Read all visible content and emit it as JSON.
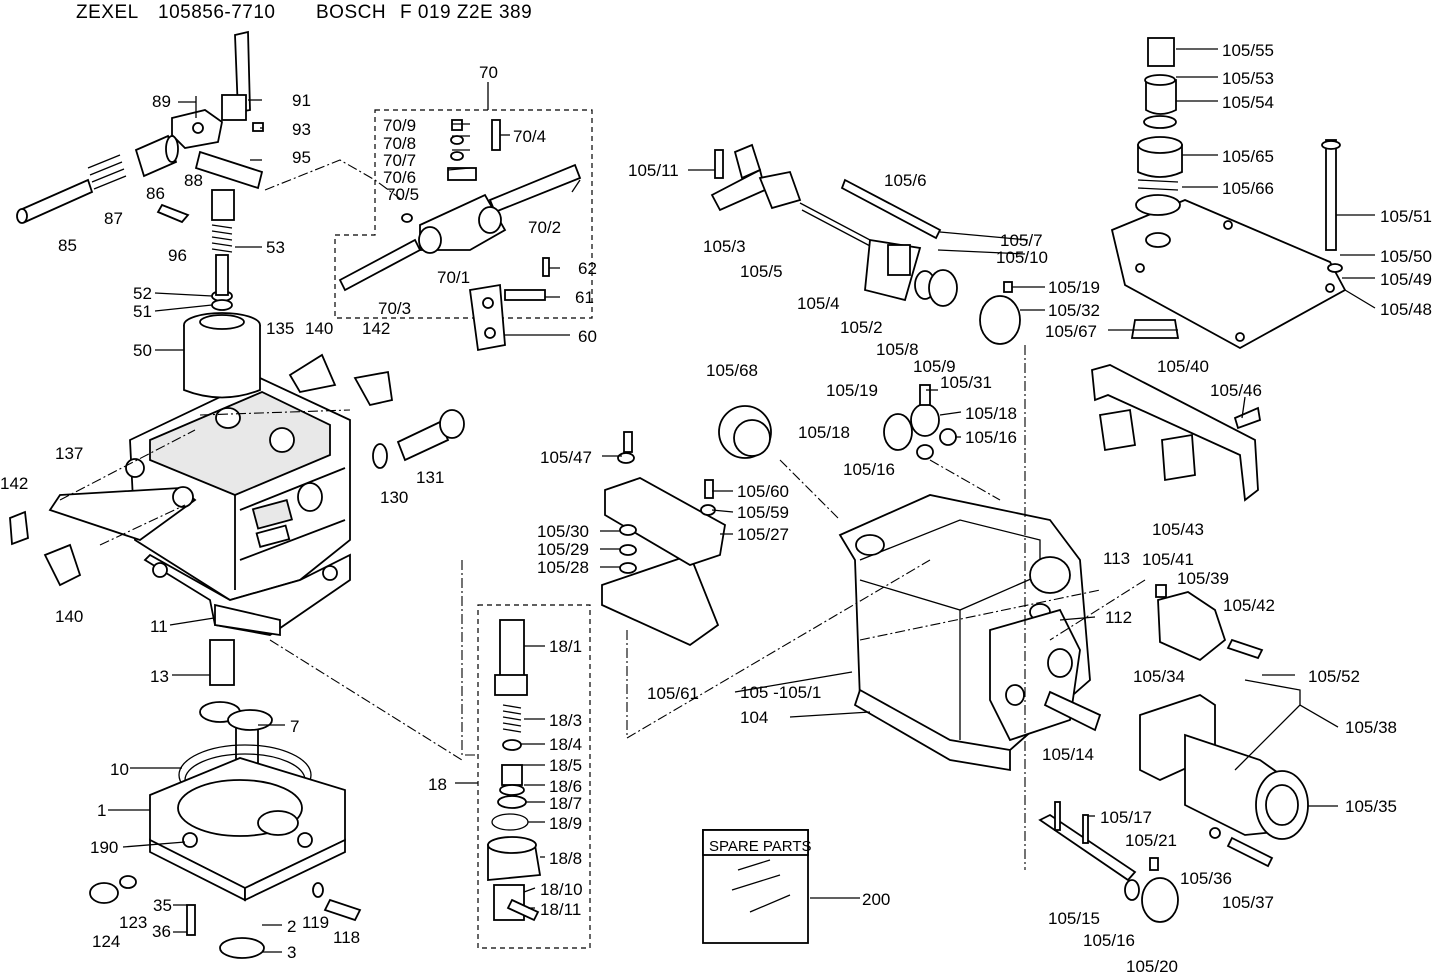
{
  "header": {
    "brand1": "ZEXEL",
    "part1": "105856-7710",
    "brand2": "BOSCH",
    "part2": "F 019 Z2E 389"
  },
  "spare_parts_label": "SPARE PARTS",
  "labels": {
    "l89": "89",
    "l91": "91",
    "l93": "93",
    "l95": "95",
    "l86": "86",
    "l88": "88",
    "l87": "87",
    "l85": "85",
    "l96": "96",
    "l53": "53",
    "l52": "52",
    "l51": "51",
    "l50": "50",
    "l135": "135",
    "l140a": "140",
    "l142a": "142",
    "l137": "137",
    "l142b": "142",
    "l140b": "140",
    "l130": "130",
    "l131": "131",
    "l11": "11",
    "l13": "13",
    "l7": "7",
    "l10": "10",
    "l1": "1",
    "l190": "190",
    "l123": "123",
    "l124": "124",
    "l35": "35",
    "l36": "36",
    "l2": "2",
    "l3": "3",
    "l119": "119",
    "l118": "118",
    "l70": "70",
    "l70_9": "70/9",
    "l70_8": "70/8",
    "l70_7": "70/7",
    "l70_6": "70/6",
    "l70_5": "70/5",
    "l70_4": "70/4",
    "l70_2": "70/2",
    "l70_1": "70/1",
    "l70_3": "70/3",
    "l62": "62",
    "l61": "61",
    "l60": "60",
    "l18": "18",
    "l18_1": "18/1",
    "l18_3": "18/3",
    "l18_4": "18/4",
    "l18_5": "18/5",
    "l18_6": "18/6",
    "l18_7": "18/7",
    "l18_9": "18/9",
    "l18_8": "18/8",
    "l18_10": "18/10",
    "l18_11": "18/11",
    "l105_11": "105/11",
    "l105_3": "105/3",
    "l105_5": "105/5",
    "l105_6": "105/6",
    "l105_7": "105/7",
    "l105_10": "105/10",
    "l105_4": "105/4",
    "l105_2": "105/2",
    "l105_8": "105/8",
    "l105_9": "105/9",
    "l105_31": "105/31",
    "l105_19a": "105/19",
    "l105_32": "105/32",
    "l105_67": "105/67",
    "l105_68": "105/68",
    "l105_19b": "105/19",
    "l105_18a": "105/18",
    "l105_18b": "105/18",
    "l105_16a": "105/16",
    "l105_16b": "105/16",
    "l105_47": "105/47",
    "l105_60": "105/60",
    "l105_59": "105/59",
    "l105_27": "105/27",
    "l105_30": "105/30",
    "l105_29": "105/29",
    "l105_28": "105/28",
    "l105_61": "105/61",
    "l105_1": "105 -105/1",
    "l104": "104",
    "l113": "113",
    "l112": "112",
    "l105_14": "105/14",
    "l105_41": "105/41",
    "l105_39": "105/39",
    "l105_42": "105/42",
    "l105_34": "105/34",
    "l105_52": "105/52",
    "l105_38": "105/38",
    "l105_35": "105/35",
    "l105_36": "105/36",
    "l105_37": "105/37",
    "l105_17": "105/17",
    "l105_21": "105/21",
    "l105_15": "105/15",
    "l105_16c": "105/16",
    "l105_20": "105/20",
    "l200": "200",
    "l105_55": "105/55",
    "l105_53": "105/53",
    "l105_54": "105/54",
    "l105_65": "105/65",
    "l105_66": "105/66",
    "l105_51": "105/51",
    "l105_50": "105/50",
    "l105_49": "105/49",
    "l105_48": "105/48",
    "l105_40": "105/40",
    "l105_46": "105/46",
    "l105_43": "105/43"
  }
}
